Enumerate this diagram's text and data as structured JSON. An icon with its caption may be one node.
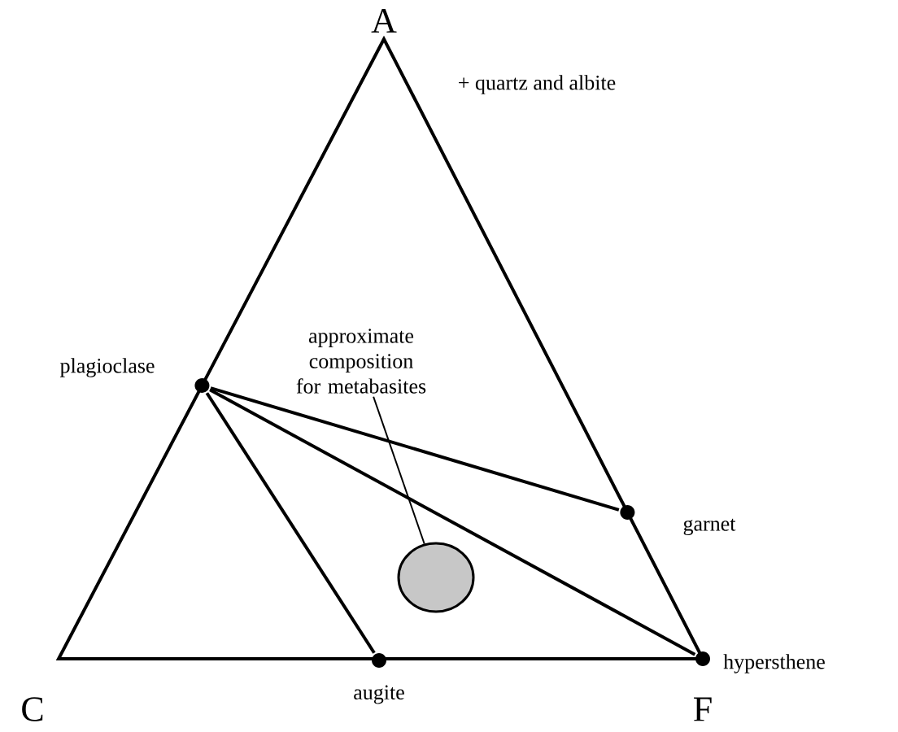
{
  "diagram": {
    "nodes": [
      {
        "text": [],
        "shape": "circle",
        "beside": [
          "plagioclase"
        ]
      },
      {
        "text": [],
        "shape": "circle",
        "beside": [
          "garnet"
        ]
      },
      {
        "text": [],
        "shape": "circle",
        "beside": [
          "augite"
        ]
      },
      {
        "text": [],
        "shape": "circle",
        "beside": [
          "hypersthene"
        ]
      },
      {
        "text": [
          "approximate composition for metabasites"
        ]
      },
      {
        "text": [],
        "shape": "ellipse"
      }
    ],
    "edges": [
      {
        "from": 0,
        "to": 1,
        "arrow": "none"
      },
      {
        "from": 0,
        "to": 3,
        "arrow": "none"
      },
      {
        "from": 0,
        "to": 2,
        "arrow": "none"
      },
      {
        "from": 4,
        "to": 5,
        "arrow": "none"
      }
    ],
    "labels": [
      "A",
      "+ quartz and albite",
      "C",
      "F"
    ]
  }
}
